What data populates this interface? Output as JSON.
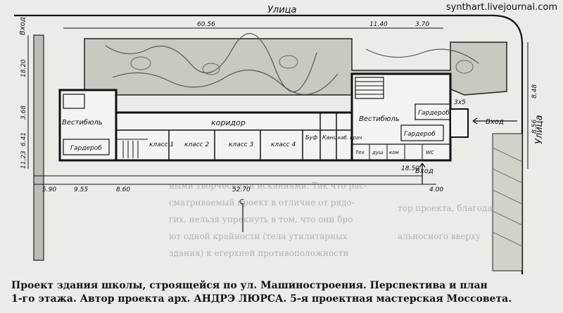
{
  "watermark": "synthart.livejournal.com",
  "street_top": "Улица",
  "street_right": "Улица",
  "entrances": {
    "left": "Вход",
    "right": "Вход",
    "bottom": "Вход"
  },
  "rooms": {
    "vestibule_left": "Вестибюль",
    "vestibule_right": "Вестибюль",
    "corridor": "коридор",
    "wardrobe_left": "Гардероб",
    "wardrobe_right_top": "Гардероб",
    "wardrobe_right_bottom": "Гардероб",
    "class_1": "класс 1",
    "class_2": "класс 2",
    "class_3": "класс 3",
    "class_4": "класс 4",
    "buffet": "Буф",
    "kan": "Канц",
    "kab_vrach": "каб. врач",
    "tekh": "Тех",
    "shower": "душ",
    "room": "ком",
    "wc": "WC"
  },
  "dimensions": {
    "d_6056": "60.56",
    "d_1140": "11.40",
    "d_370": "3.70",
    "d_1820": "18.20",
    "d_368": "3.68",
    "d_641": "6.41",
    "d_1123": "11.23",
    "d_590": "5.90",
    "d_955": "9.55",
    "d_860": "8.60",
    "d_5270": "52.70",
    "d_400": "4.00",
    "d_848": "8.48",
    "d_856": "8.56",
    "d_1850": "18.50",
    "d_3x5": "3x5"
  },
  "north": "С",
  "background_text": {
    "lines": [
      "ными творческими исканиями. Так что рас-",
      "сматриваемый проект в отличие от рядо-",
      "гих, нельзя упрекнуть в том, что они бро",
      "ют одной крайности (тела утилитарных",
      "здания) к егерхней противоположности",
      "тор проекта, благодаря ше-",
      "альносного вверху"
    ]
  },
  "caption": {
    "line1": "Проект здания школы, строящейся по ул. Машиностроения. Перспектива и план",
    "line2": "1-го этажа. Автор проекта арх. АНДРЭ ЛЮРСА. 5-я проектная мастерская Моссовета."
  }
}
